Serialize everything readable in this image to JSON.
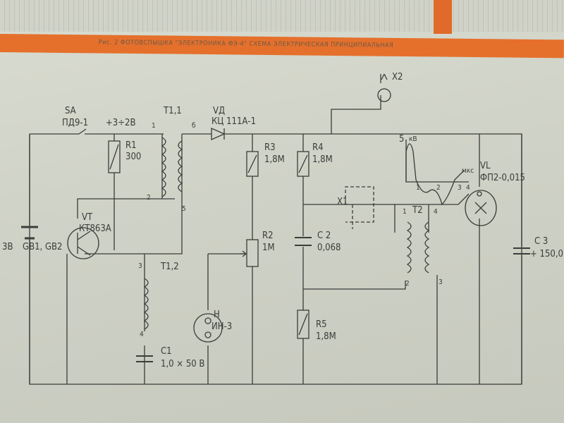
{
  "header": {
    "title": "Рис. 2 ФОТОВСПЫШКА \"ЭЛЕКТРОНИКА ФЭ-4\" СХЕМА ЭЛЕКТРИЧЕСКАЯ ПРИНЦИПИАЛЬНАЯ"
  },
  "colors": {
    "band": "#e5702c",
    "paper": "#d4d7cb",
    "ink": "#3a3d3a"
  },
  "components": {
    "sa": {
      "ref": "SA",
      "value": "ПД9-1"
    },
    "supply": {
      "value": "+3÷2В"
    },
    "t11": {
      "ref": "T1,1",
      "pin1": "1",
      "pin6": "б",
      "pin2": "2",
      "pin5": "5"
    },
    "vd": {
      "ref": "VД",
      "value": "КЦ 111А-1"
    },
    "r1": {
      "ref": "R1",
      "value": "300"
    },
    "r3": {
      "ref": "R3",
      "value": "1,8М"
    },
    "r4": {
      "ref": "R4",
      "value": "1,8М"
    },
    "x2": {
      "ref": "X2"
    },
    "x1": {
      "ref": "X1"
    },
    "vl": {
      "ref": "VL",
      "value": "ФП2-0,015"
    },
    "pulse": {
      "peak": "5",
      "unit_y": "кВ",
      "unit_x": "мкс",
      "ticks": [
        "1",
        "2",
        "3",
        "4"
      ]
    },
    "vt": {
      "ref": "VT",
      "value": "КТ863А"
    },
    "gb": {
      "voltage": "3В",
      "ref": "GB1, GB2"
    },
    "r2": {
      "ref": "R2",
      "value": "1М"
    },
    "c2": {
      "ref": "C 2",
      "value": "0,068"
    },
    "c3": {
      "ref": "C 3",
      "value": "+ 150,0"
    },
    "t12": {
      "ref": "T1,2",
      "pin3": "3",
      "pin4": "4"
    },
    "t2": {
      "ref": "T2",
      "pin1": "1",
      "pin4": "4",
      "pin2": "2",
      "pin3": "3"
    },
    "h": {
      "ref": "H",
      "value": "ИН-3"
    },
    "r5": {
      "ref": "R5",
      "value": "1,8М"
    },
    "c1": {
      "ref": "C1",
      "value": "1,0 × 50 В"
    }
  }
}
